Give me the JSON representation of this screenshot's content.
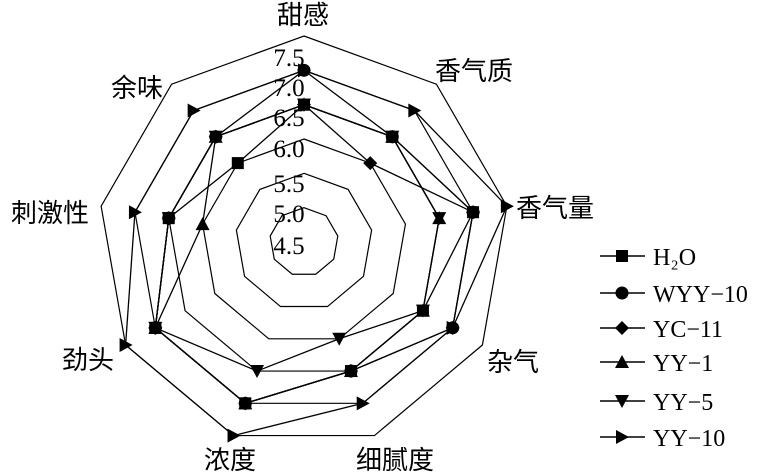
{
  "chart_data": {
    "type": "radar",
    "categories": [
      "甜感",
      "香气质",
      "香气量",
      "杂气",
      "细腻度",
      "浓度",
      "劲头",
      "刺激性",
      "余味"
    ],
    "rlim": [
      4.5,
      7.5
    ],
    "ticks": [
      "7.5",
      "7.0",
      "6.5",
      "6.0",
      "5.5",
      "5.0",
      "4.5"
    ],
    "tick_values": [
      7.5,
      7.0,
      6.5,
      6.0,
      5.5,
      5.0,
      4.5
    ],
    "grid": true,
    "legend_position": "right",
    "series": [
      {
        "name": "H₂O",
        "marker": "square",
        "values": [
          6.5,
          6.5,
          7.0,
          6.5,
          6.5,
          7.0,
          7.0,
          6.5,
          6.0
        ]
      },
      {
        "name": "WYY−10",
        "marker": "circle",
        "values": [
          7.0,
          6.5,
          7.0,
          7.0,
          6.5,
          7.0,
          7.0,
          6.5,
          6.5
        ]
      },
      {
        "name": "YC−11",
        "marker": "diamond",
        "values": [
          6.5,
          6.0,
          7.0,
          7.0,
          6.5,
          7.0,
          7.0,
          6.5,
          6.5
        ]
      },
      {
        "name": "YY−1",
        "marker": "triangle-up",
        "values": [
          6.5,
          6.5,
          6.5,
          6.5,
          6.5,
          7.0,
          7.0,
          6.0,
          6.5
        ]
      },
      {
        "name": "YY−5",
        "marker": "triangle-down",
        "values": [
          6.5,
          6.5,
          6.5,
          6.5,
          6.0,
          6.5,
          7.0,
          6.5,
          6.5
        ]
      },
      {
        "name": "YY−10",
        "marker": "triangle-right",
        "values": [
          7.0,
          7.0,
          7.5,
          7.0,
          7.0,
          7.5,
          7.5,
          7.0,
          7.0
        ]
      }
    ],
    "colors": {
      "line": "#000000",
      "grid": "#000000"
    }
  }
}
